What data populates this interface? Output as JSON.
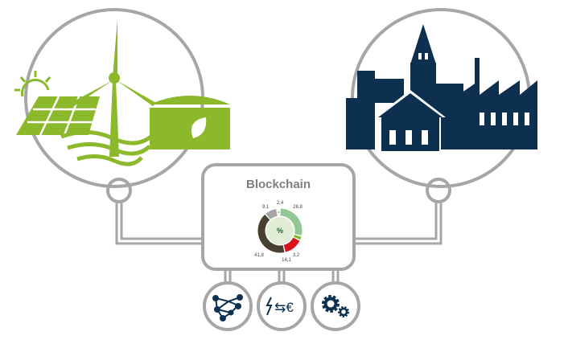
{
  "colors": {
    "green": "#8cb82b",
    "navy": "#0d3050",
    "gray": "#a6a6a6"
  },
  "blockchain": {
    "title": "Blockchain",
    "center_label": "%",
    "segments": [
      {
        "label": "28,8",
        "value": 28.8,
        "color": "#92c794"
      },
      {
        "label": "3,2",
        "value": 3.2,
        "color": "#7cb829"
      },
      {
        "label": "14,1",
        "value": 14.1,
        "color": "#d9141b"
      },
      {
        "label": "41,8",
        "value": 41.8,
        "color": "#4a3f33"
      },
      {
        "label": "9,1",
        "value": 9.1,
        "color": "#a5a5a5"
      },
      {
        "label": "2,4",
        "value": 2.4,
        "color": "#ffffff"
      }
    ]
  },
  "nodes": {
    "left": "renewable-generation",
    "right": "city-consumers",
    "bottom": [
      "network-icon",
      "energy-money-exchange-icon",
      "gears-icon"
    ]
  },
  "exchange_symbol": "⇆€"
}
